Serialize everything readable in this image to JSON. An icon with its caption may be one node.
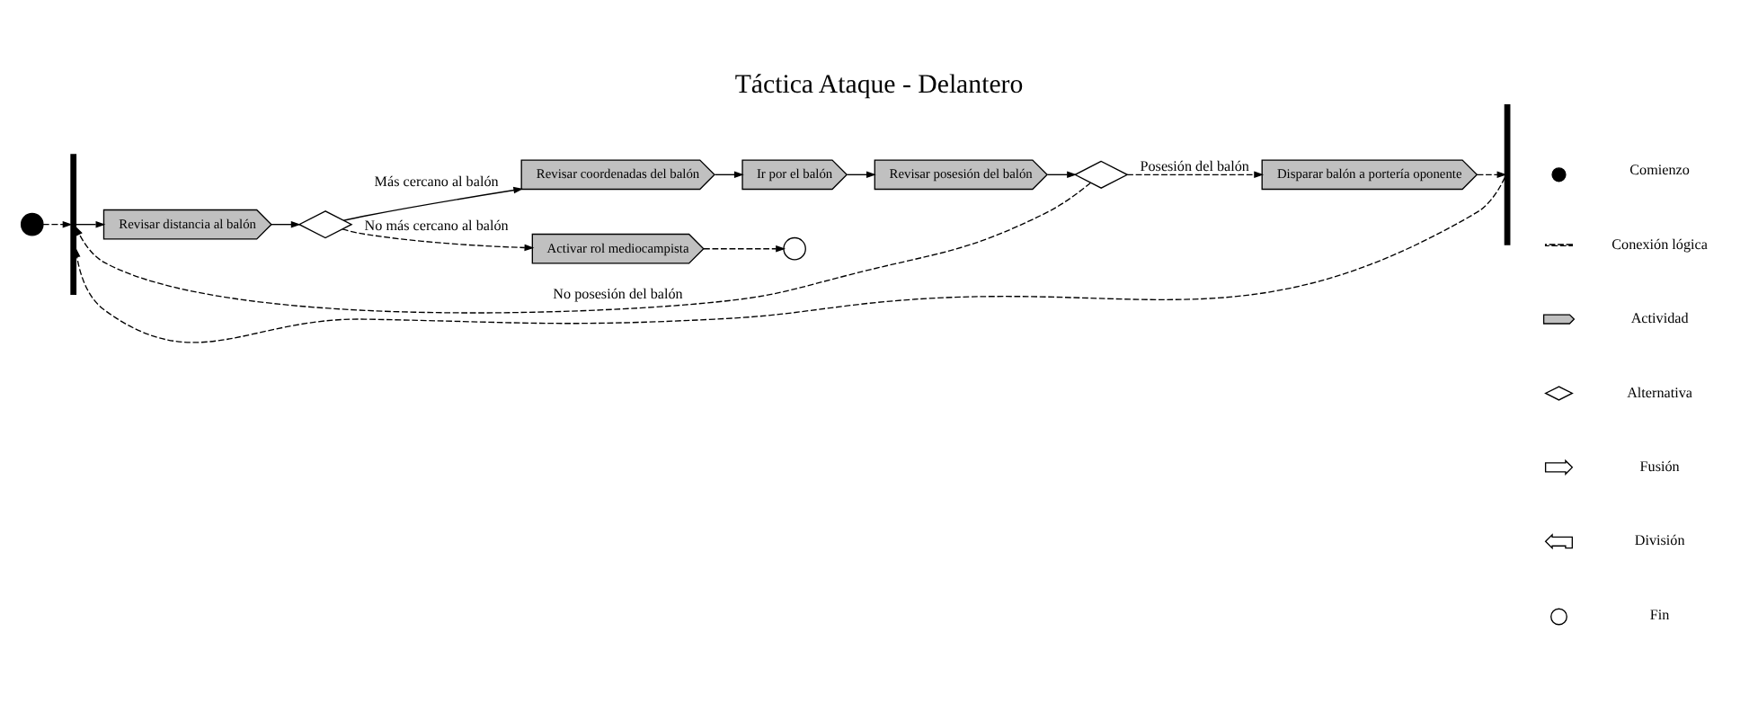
{
  "diagram": {
    "title": "Táctica Ataque - Delantero",
    "nodes": [
      {
        "text": [],
        "shape": "circle"
      },
      {
        "text": [],
        "shape": "bar"
      },
      {
        "text": [
          "Revisar distancia al balón"
        ]
      },
      {
        "text": [],
        "shape": "diamond"
      },
      {
        "text": [
          "Revisar coordenadas del balón"
        ]
      },
      {
        "text": [
          "Ir por el balón"
        ]
      },
      {
        "text": [
          "Revisar posesión del balón"
        ]
      },
      {
        "text": [],
        "shape": "diamond"
      },
      {
        "text": [
          "Disparar balón a portería oponente"
        ]
      },
      {
        "text": [],
        "shape": "bar"
      },
      {
        "text": [
          "Activar rol mediocampista"
        ]
      },
      {
        "text": [],
        "shape": "circle"
      }
    ],
    "edges": [
      {
        "from": 0,
        "to": 1,
        "arrow": "to",
        "style": "dashed"
      },
      {
        "from": 1,
        "to": 2,
        "arrow": "to"
      },
      {
        "from": 2,
        "to": 3,
        "arrow": "to"
      },
      {
        "from": 3,
        "to": 4,
        "arrow": "to",
        "label": "Más cercano al balón"
      },
      {
        "from": 4,
        "to": 5,
        "arrow": "to"
      },
      {
        "from": 5,
        "to": 6,
        "arrow": "to"
      },
      {
        "from": 6,
        "to": 7,
        "arrow": "to"
      },
      {
        "from": 7,
        "to": 8,
        "arrow": "to",
        "label": "Posesión del balón",
        "style": "dashed"
      },
      {
        "from": 8,
        "to": 9,
        "arrow": "to",
        "style": "dashed"
      },
      {
        "from": 3,
        "to": 10,
        "arrow": "to",
        "label": "No más cercano al balón",
        "style": "dashed"
      },
      {
        "from": 10,
        "to": 11,
        "arrow": "to",
        "style": "dashed"
      },
      {
        "from": 7,
        "to": 1,
        "arrow": "to",
        "label": "No posesión del balón",
        "style": "dashed"
      },
      {
        "from": 9,
        "to": 1,
        "arrow": "to",
        "style": "dashed"
      }
    ],
    "legend": [
      {
        "text": "Comienzo"
      },
      {
        "text": "Conexión lógica"
      },
      {
        "text": "Actividad"
      },
      {
        "text": "Alternativa"
      },
      {
        "text": "Fusión"
      },
      {
        "text": "División"
      },
      {
        "text": "Fin"
      }
    ]
  }
}
